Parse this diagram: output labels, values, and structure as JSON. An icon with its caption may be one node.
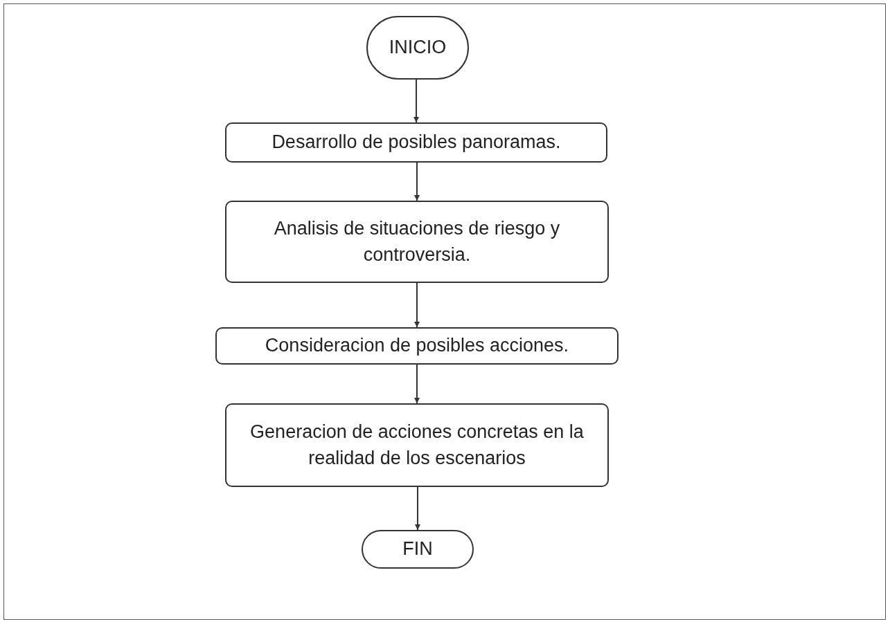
{
  "diagram": {
    "nodes": [
      {
        "text": [
          "INICIO"
        ]
      },
      {
        "text": [
          "Desarrollo de posibles panoramas."
        ]
      },
      {
        "text": [
          "Analisis de situaciones de riesgo y controversia."
        ]
      },
      {
        "text": [
          "Consideracion de posibles acciones."
        ]
      },
      {
        "text": [
          "Generacion de acciones concretas en la realidad de los escenarios"
        ]
      },
      {
        "text": [
          "FIN"
        ]
      }
    ],
    "edges": [
      {
        "from": 0,
        "to": 1,
        "arrow": "to"
      },
      {
        "from": 1,
        "to": 2,
        "arrow": "to"
      },
      {
        "from": 2,
        "to": 3,
        "arrow": "to"
      },
      {
        "from": 3,
        "to": 4,
        "arrow": "to"
      },
      {
        "from": 4,
        "to": 5,
        "arrow": "to"
      }
    ]
  }
}
